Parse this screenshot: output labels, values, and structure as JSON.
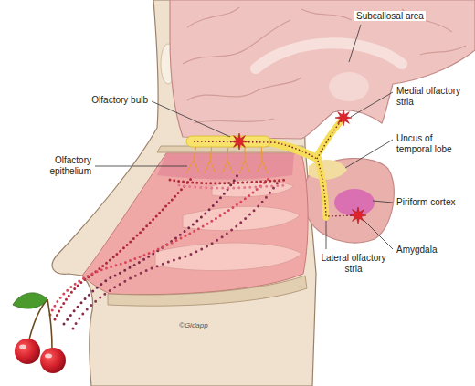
{
  "diagram": {
    "labels": [
      "Subcallosal area",
      "Olfactory bulb",
      "Medial olfactory stria",
      "Olfactory epithelium",
      "Uncus of temporal lobe",
      "Piriform cortex",
      "Amygdala",
      "Lateral olfactory stria",
      "©Gidapp"
    ]
  }
}
